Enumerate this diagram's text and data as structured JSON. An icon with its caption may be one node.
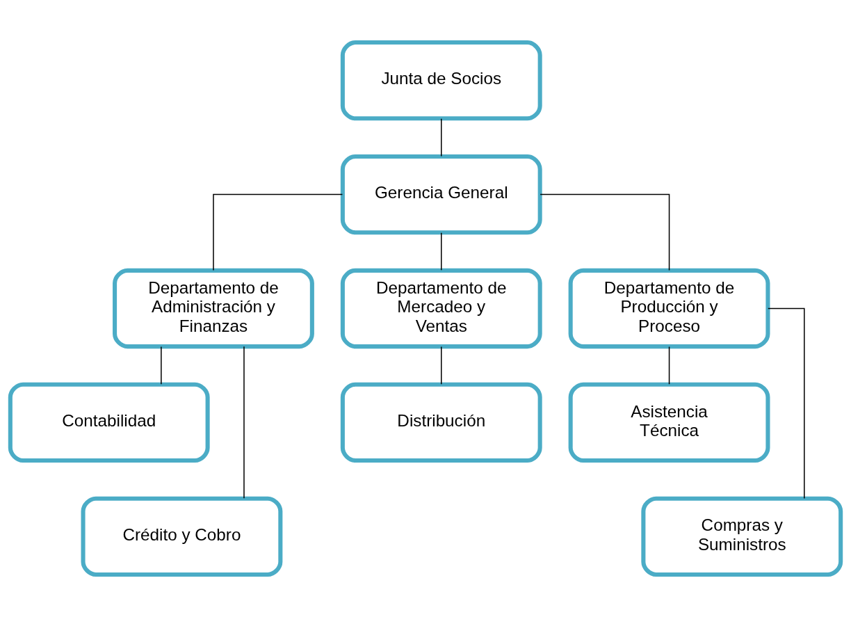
{
  "diagram": {
    "nodes": [
      {
        "text": [
          "Junta de Socios"
        ]
      },
      {
        "text": [
          "Gerencia General"
        ]
      },
      {
        "text": [
          "Departamento de Administración y Finanzas"
        ]
      },
      {
        "text": [
          "Departamento de Mercadeo y Ventas"
        ]
      },
      {
        "text": [
          "Departamento de Producción y Proceso"
        ]
      },
      {
        "text": [
          "Contabilidad"
        ]
      },
      {
        "text": [
          "Crédito y Cobro"
        ]
      },
      {
        "text": [
          "Distribución"
        ]
      },
      {
        "text": [
          "Asistencia Técnica"
        ]
      },
      {
        "text": [
          "Compras y Suministros"
        ]
      }
    ],
    "edges": [
      {
        "from": 0,
        "to": 1,
        "arrow": "none"
      },
      {
        "from": 1,
        "to": 2,
        "arrow": "none"
      },
      {
        "from": 1,
        "to": 3,
        "arrow": "none"
      },
      {
        "from": 1,
        "to": 4,
        "arrow": "none"
      },
      {
        "from": 2,
        "to": 5,
        "arrow": "none"
      },
      {
        "from": 2,
        "to": 6,
        "arrow": "none"
      },
      {
        "from": 3,
        "to": 7,
        "arrow": "none"
      },
      {
        "from": 4,
        "to": 8,
        "arrow": "none"
      },
      {
        "from": 4,
        "to": 9,
        "arrow": "none"
      }
    ]
  }
}
